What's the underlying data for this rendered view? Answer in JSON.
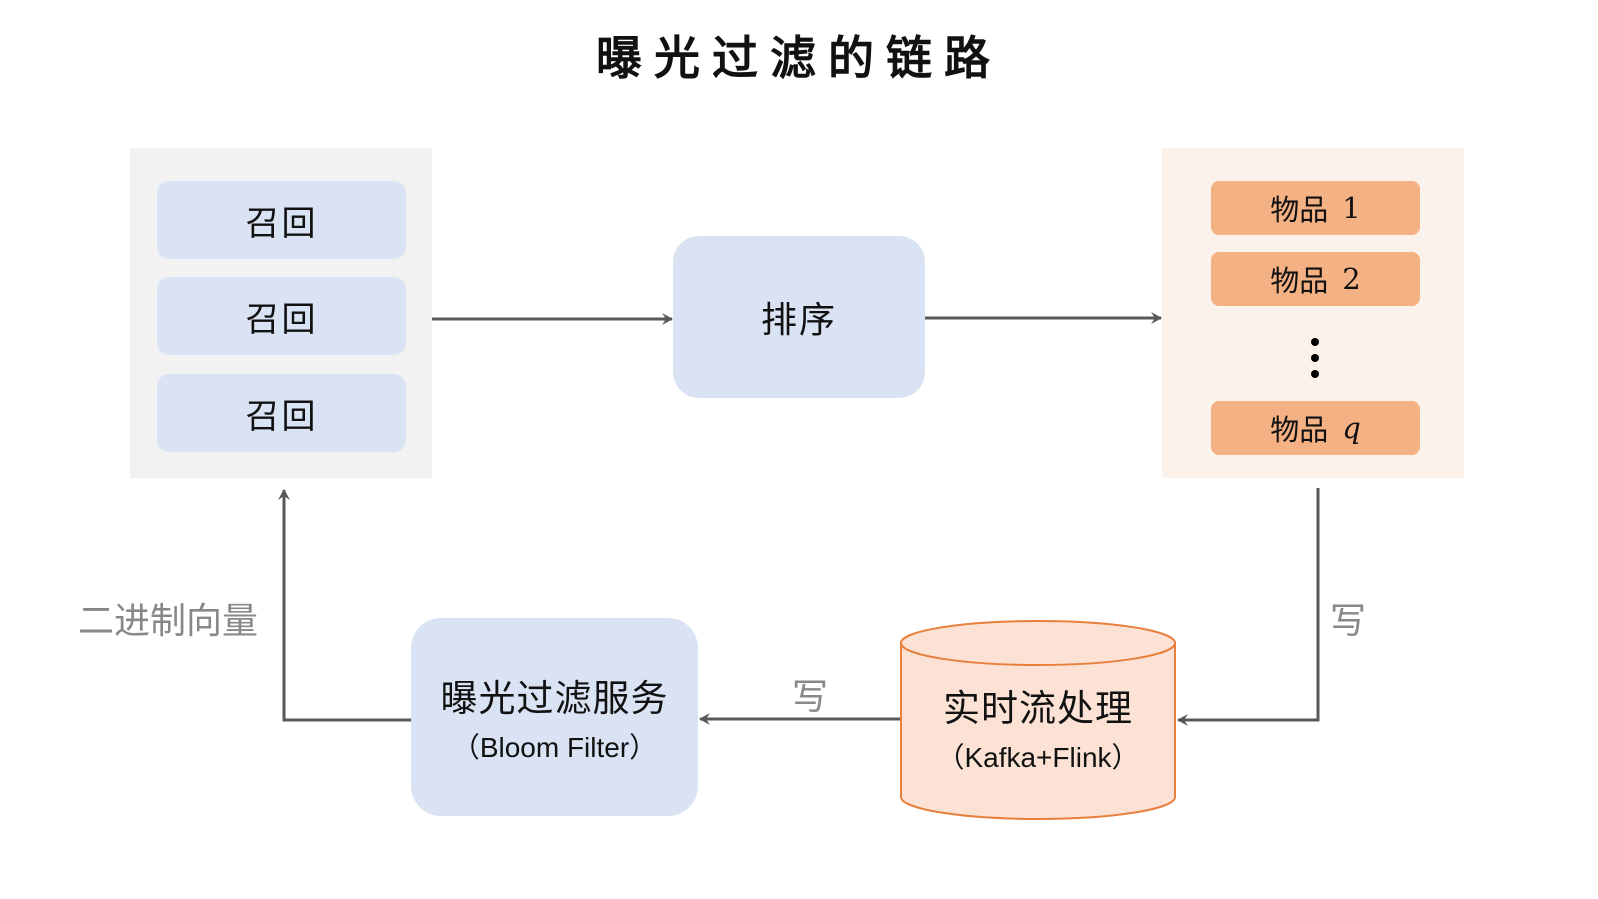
{
  "title": "曝光过滤的链路",
  "recall": {
    "boxes": [
      "召回",
      "召回",
      "召回"
    ]
  },
  "ranking": {
    "label": "排序"
  },
  "items": {
    "entries": [
      {
        "name": "物品",
        "index": "1"
      },
      {
        "name": "物品",
        "index": "2"
      },
      {
        "name": "物品",
        "index": "q"
      }
    ]
  },
  "stream": {
    "label": "实时流处理",
    "sub": "（Kafka+Flink）"
  },
  "filter_service": {
    "label": "曝光过滤服务",
    "sub": "（Bloom Filter）"
  },
  "edges": {
    "items_to_stream": "写",
    "stream_to_filter": "写",
    "filter_to_recall": "二进制向量"
  },
  "colors": {
    "blue_box": "#dae3f3",
    "orange_item": "#f4b183",
    "db_fill": "#fbe2d5",
    "db_stroke": "#e8803d",
    "arrow": "#595959",
    "label_gray": "#888888"
  }
}
